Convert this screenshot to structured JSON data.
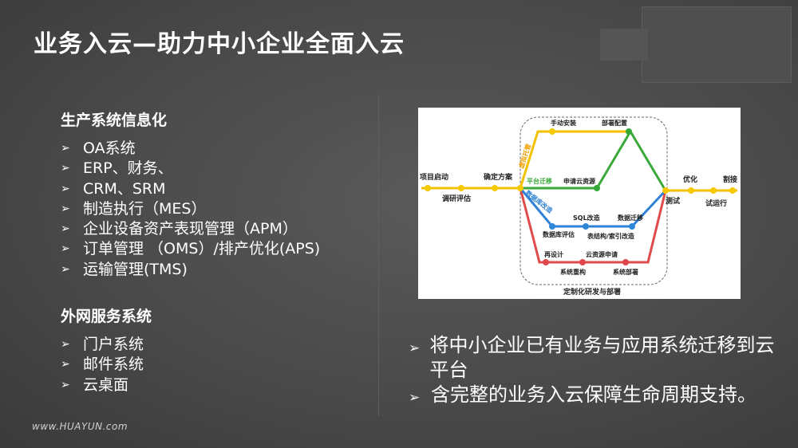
{
  "slide": {
    "title": "业务入云—助力中小企业全面入云",
    "footer_url": "www.HUAYUN.com"
  },
  "left": {
    "section1": {
      "title": "生产系统信息化",
      "items": [
        "OA系统",
        "ERP、财务、",
        "CRM、SRM",
        "制造执行（MES）",
        "企业设备资产表现管理（APM）",
        "订单管理 （OMS）/排产优化(APS)",
        "运输管理(TMS)"
      ]
    },
    "section2": {
      "title": "外网服务系统",
      "items": [
        "门户系统",
        "邮件系统",
        "云桌面"
      ]
    },
    "bullet_icon": "chevron-arrow-icon"
  },
  "diagram": {
    "labels": {
      "start": "项目启动",
      "research": "调研评估",
      "confirm": "确定方案",
      "manual_install": "手动安装",
      "deploy_config": "部署配置",
      "rehost_tag": "虚拟托管",
      "platform_migrate": "平台迁移",
      "apply_cloud": "申请云资源",
      "db_tag": "数据库改造",
      "sql_change": "SQL改造",
      "data_migrate": "数据迁移",
      "db_eval": "数据库评估",
      "schema_change": "表结构/索引改造",
      "redesign": "再设计",
      "apply_cloud2": "云资源申请",
      "refactor": "系统重构",
      "sys_deploy": "系统部署",
      "test": "测试",
      "optimize": "优化",
      "trial": "试运行",
      "cutover": "割接",
      "custom": "定制化研发与部署"
    },
    "colors": {
      "yellow": "#f2c200",
      "green": "#3aa83a",
      "blue": "#2f82d6",
      "red": "#e04a4a",
      "dot_yellow": "#f5c800",
      "dot_green": "#36a836",
      "dot_blue": "#2e86d9",
      "dot_red": "#e0474a"
    }
  },
  "right": {
    "points": [
      "将中小企业已有业务与应用系统迁移到云平台",
      "含完整的业务入云保障生命周期支持。"
    ]
  }
}
